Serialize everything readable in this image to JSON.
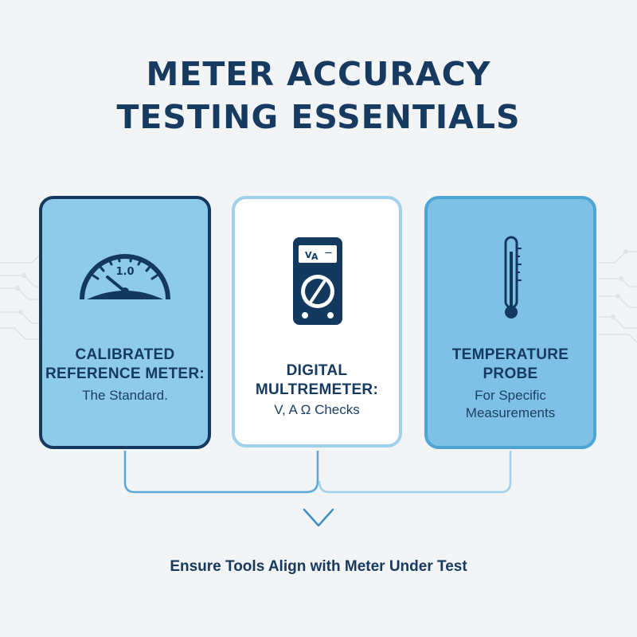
{
  "title": {
    "line1": "METER ACCURACY",
    "line2": "TESTING ESSENTIALS"
  },
  "cards": [
    {
      "heading_line1": "CALIBRATED",
      "heading_line2": "REFERENCE METER:",
      "subtitle_line1": "The Standard.",
      "icon": "analog-gauge-icon",
      "gauge_reading": "1.0"
    },
    {
      "heading_line1": "DIGITAL",
      "heading_line2": "MULTREMETER:",
      "subtitle_line1": "V, A Ω Checks",
      "icon": "multimeter-icon",
      "display_left": "V",
      "display_mid": "A",
      "display_right": "—"
    },
    {
      "heading_line1": "TEMPERATURE",
      "heading_line2": "PROBE",
      "subtitle_line1": "For Specific",
      "subtitle_line2": "Measurements",
      "icon": "thermometer-icon"
    }
  ],
  "footer": "Ensure Tools Align with Meter Under Test",
  "colors": {
    "navy": "#163a60",
    "light_blue": "#8ecbea",
    "mid_blue": "#7fc1e6",
    "connector_blue": "#5aa8d8",
    "background": "#f3f4f5"
  }
}
